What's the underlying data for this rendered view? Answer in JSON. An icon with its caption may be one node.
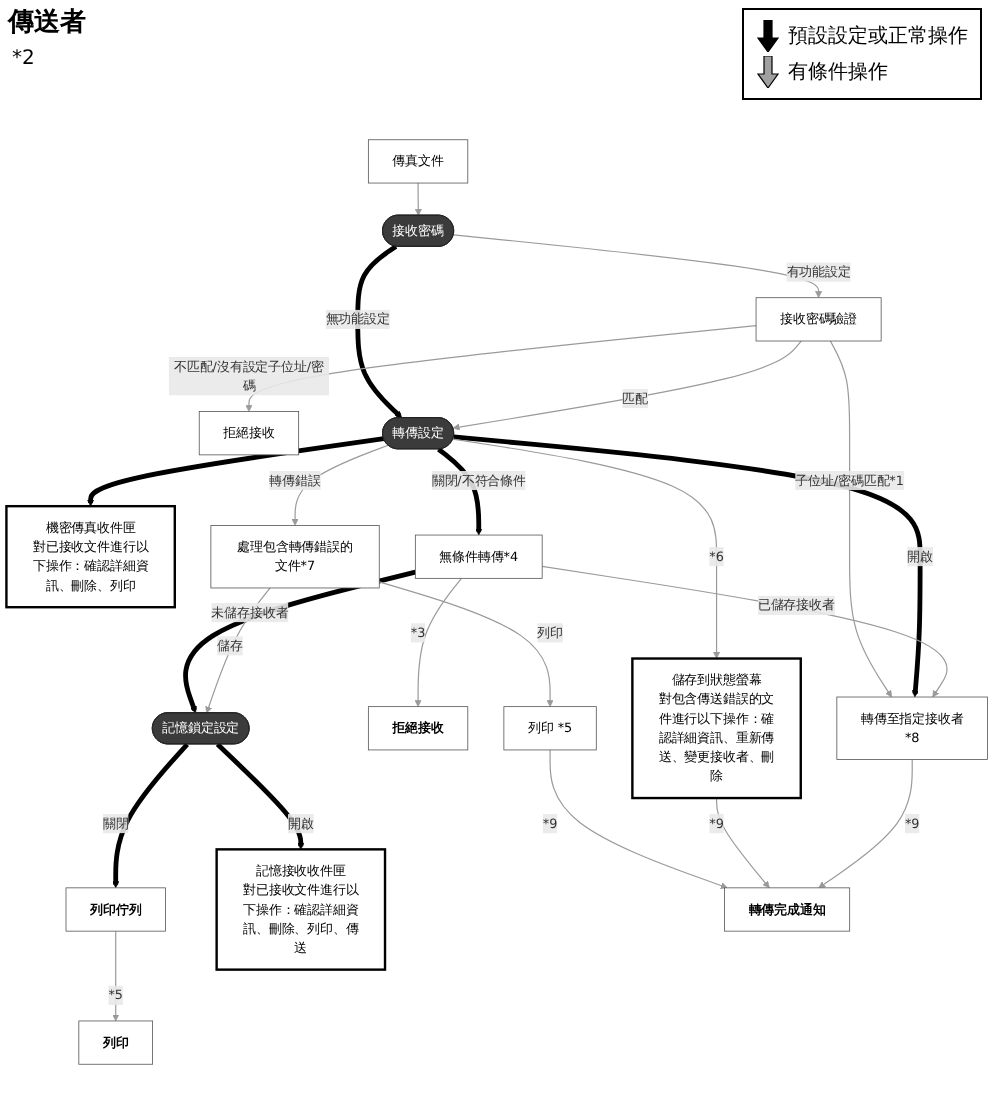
{
  "diagram": {
    "title": "傳送者",
    "nodes": [
      {
        "text": [
          "傳真文件"
        ]
      },
      {
        "text": [
          "接收密碼"
        ]
      },
      {
        "text": [
          "接收密碼驗證"
        ]
      },
      {
        "text": [
          "拒絕接收"
        ]
      },
      {
        "text": [
          "轉傳設定"
        ]
      },
      {
        "text": [
          "轉傳至指定接收者",
          "*8"
        ]
      },
      {
        "text": [
          "機密傳真收件匣",
          "對已接收文件進行以下操作：確認詳細資訊、刪除、列印"
        ]
      },
      {
        "text": [
          "拒絕接收"
        ]
      },
      {
        "text": [
          "無條件轉傳*4"
        ]
      },
      {
        "text": [
          "處理包含轉傳錯誤的文件*7"
        ]
      },
      {
        "text": [
          "記憶鎖定設定"
        ]
      },
      {
        "text": [
          "儲存到狀態螢幕",
          "對包含傳送錯誤的文件進行以下操作：確認詳細資訊、重新傳送、變更接收者、刪除"
        ]
      },
      {
        "text": [
          "列印 *5"
        ]
      },
      {
        "text": [
          "列印佇列"
        ]
      },
      {
        "text": [
          "記憶接收收件匣",
          "對已接收文件進行以下操作：確認詳細資訊、刪除、列印、傳送"
        ]
      },
      {
        "text": [
          "列印"
        ]
      },
      {
        "text": [
          "轉傳完成通知"
        ]
      }
    ],
    "edges": [
      {
        "from": 0,
        "to": 1,
        "arrow": "to"
      },
      {
        "from": 1,
        "to": 4,
        "arrow": "to",
        "label": "無功能設定",
        "style": "thick",
        "color": "#000000"
      },
      {
        "from": 1,
        "to": 2,
        "arrow": "to",
        "label": "有功能設定"
      },
      {
        "from": 2,
        "to": 3,
        "arrow": "to",
        "label": "不匹配/沒有設定子位址/密碼"
      },
      {
        "from": 2,
        "to": 4,
        "arrow": "to",
        "label": "匹配"
      },
      {
        "from": 2,
        "to": 5,
        "arrow": "to",
        "label": "子位址/密碼匹配*1"
      },
      {
        "from": 4,
        "to": 5,
        "arrow": "to",
        "label": "開啟",
        "style": "thick",
        "color": "#000000"
      },
      {
        "from": 4,
        "to": 6,
        "arrow": "to",
        "style": "thick",
        "color": "#000000"
      },
      {
        "from": 4,
        "to": 8,
        "arrow": "to",
        "label": "關閉/不符合條件",
        "style": "thick",
        "color": "#000000"
      },
      {
        "from": 8,
        "to": 7,
        "arrow": "to",
        "label": "*3"
      },
      {
        "from": 8,
        "to": 5,
        "arrow": "to",
        "label": "已儲存接收者"
      },
      {
        "from": 4,
        "to": 9,
        "arrow": "to",
        "label": "轉傳錯誤"
      },
      {
        "from": 4,
        "to": 11,
        "arrow": "to",
        "label": "*6"
      },
      {
        "from": 8,
        "to": 10,
        "arrow": "to",
        "label": "未儲存接收者",
        "style": "thick",
        "color": "#000000"
      },
      {
        "from": 9,
        "to": 10,
        "arrow": "to",
        "label": "儲存"
      },
      {
        "from": 9,
        "to": 12,
        "arrow": "to",
        "label": "列印"
      },
      {
        "from": 10,
        "to": 13,
        "arrow": "to",
        "label": "關閉",
        "style": "thick",
        "color": "#000000"
      },
      {
        "from": 10,
        "to": 14,
        "arrow": "to",
        "label": "開啟",
        "style": "thick",
        "color": "#000000"
      },
      {
        "from": 13,
        "to": 15,
        "arrow": "to",
        "label": "*5"
      },
      {
        "from": 12,
        "to": 16,
        "arrow": "to",
        "label": "*9"
      },
      {
        "from": 11,
        "to": 16,
        "arrow": "to",
        "label": "*9"
      },
      {
        "from": 5,
        "to": 16,
        "arrow": "to",
        "label": "*9"
      }
    ],
    "labels": [
      "*2"
    ],
    "legend": [
      {
        "text": "預設設定或正常操作"
      },
      {
        "text": "有條件操作"
      }
    ]
  }
}
